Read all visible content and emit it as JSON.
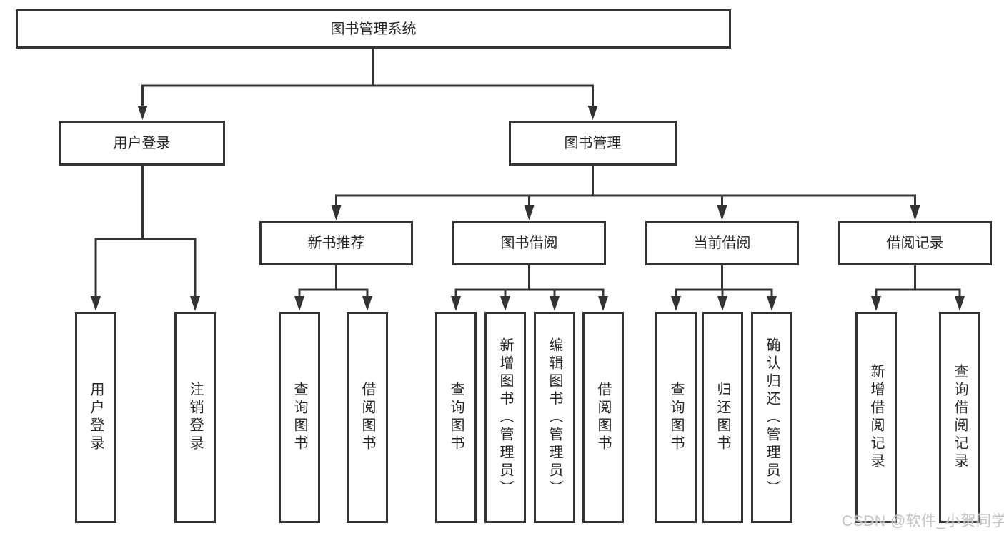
{
  "diagram": {
    "title": "图书管理系统",
    "level2": {
      "login": "用户登录",
      "management": "图书管理"
    },
    "level3": {
      "recommend": "新书推荐",
      "borrow": "图书借阅",
      "current": "当前借阅",
      "records": "借阅记录"
    },
    "leaves": {
      "login": [
        "用户登录",
        "注销登录"
      ],
      "recommend": [
        "查询图书",
        "借阅图书"
      ],
      "borrow": [
        "查询图书",
        "新增图书（管理员）",
        "编辑图书（管理员）",
        "借阅图书"
      ],
      "current": [
        "查询图书",
        "归还图书",
        "确认归还（管理员）"
      ],
      "records": [
        "新增借阅记录",
        "查询借阅记录"
      ]
    },
    "watermark": "CSDN @软件_小贺同学",
    "colors": {
      "line": "#333333",
      "text": "#262626",
      "background": "#ffffff",
      "watermark": "#c2c1c1"
    }
  }
}
